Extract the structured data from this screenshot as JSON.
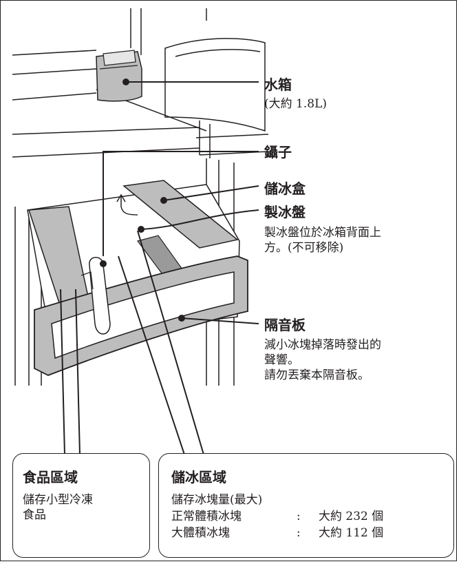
{
  "callouts": {
    "water_tank": {
      "title": "水箱",
      "lines": [
        "(大約 1.8L)"
      ]
    },
    "tweezers": {
      "title": "鑷子",
      "lines": []
    },
    "ice_bin": {
      "title": "儲冰盒",
      "lines": []
    },
    "ice_tray": {
      "title": "製冰盤",
      "lines": [
        "製冰盤位於冰箱背面上",
        "方。(不可移除)"
      ]
    },
    "partition": {
      "title": "隔音板",
      "lines": [
        "減小冰塊掉落時發出的",
        "聲響。",
        "請勿丟棄本隔音板。"
      ]
    }
  },
  "boxes": {
    "food_area": {
      "title": "食品區域",
      "lines": [
        "儲存小型冷凍",
        "食品"
      ]
    },
    "ice_area": {
      "title": "儲冰區域",
      "lines": [
        "儲存冰塊量(最大)"
      ],
      "rows": [
        {
          "label": "正常體積冰塊",
          "sep": ":",
          "value": "大約 232 個"
        },
        {
          "label": "大體積冰塊",
          "sep": ":",
          "value": "大約 112 個"
        }
      ]
    }
  },
  "colors": {
    "line": "#231f20",
    "shade": "#bdbdbd",
    "shade_dark": "#9a9a9a",
    "paper": "#ffffff"
  }
}
